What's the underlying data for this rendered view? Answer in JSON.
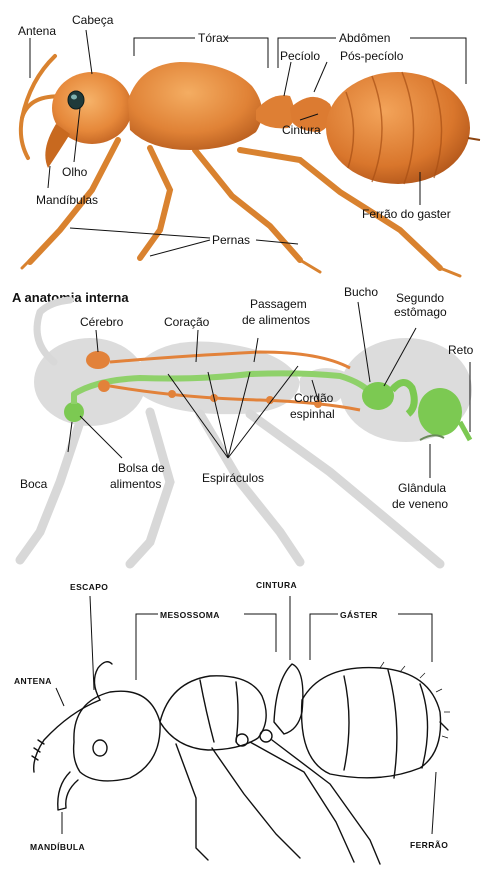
{
  "external": {
    "labels": {
      "antena": "Antena",
      "cabeca": "Cabeça",
      "torax": "Tórax",
      "abdomen": "Abdômen",
      "peciolo": "Pecíolo",
      "pos_peciolo": "Pós-pecíolo",
      "cintura": "Cintura",
      "olho": "Olho",
      "mandibulas": "Mandíbulas",
      "ferrao_gaster": "Ferrão do gaster",
      "pernas": "Pernas"
    }
  },
  "internal": {
    "title": "A anatomia interna",
    "labels": {
      "cerebro": "Cérebro",
      "coracao": "Coração",
      "passagem_1": "Passagem",
      "passagem_2": "de alimentos",
      "bucho": "Bucho",
      "segundo_1": "Segundo",
      "segundo_2": "estômago",
      "reto": "Reto",
      "cordao_1": "Cordão",
      "cordao_2": "espinhal",
      "boca": "Boca",
      "bolsa_1": "Bolsa de",
      "bolsa_2": "alimentos",
      "espiraculos": "Espiráculos",
      "glandula_1": "Glândula",
      "glandula_2": "de veneno"
    }
  },
  "line": {
    "labels": {
      "escapo": "ESCAPO",
      "cintura": "CINTURA",
      "mesossoma": "MESOSSOMA",
      "gaster": "GÁSTER",
      "antena": "ANTENA",
      "mandibula": "MANDÍBULA",
      "ferrao": "FERRÃO"
    }
  }
}
